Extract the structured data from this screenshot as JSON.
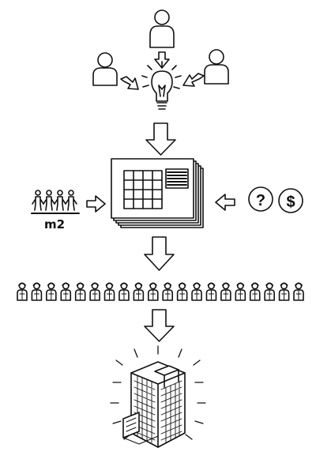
{
  "stakeholders": [
    "person",
    "person",
    "person"
  ],
  "labels": {
    "area_unit": "m2",
    "question_glyph": "?",
    "money_glyph": "$"
  },
  "icons": {
    "idea": "lightbulb-icon",
    "plan": "floor-plan-icon",
    "building": "skyscraper-icon"
  },
  "crowd_count": 20,
  "colors": {
    "ink": "#111111",
    "paper": "#ffffff"
  }
}
